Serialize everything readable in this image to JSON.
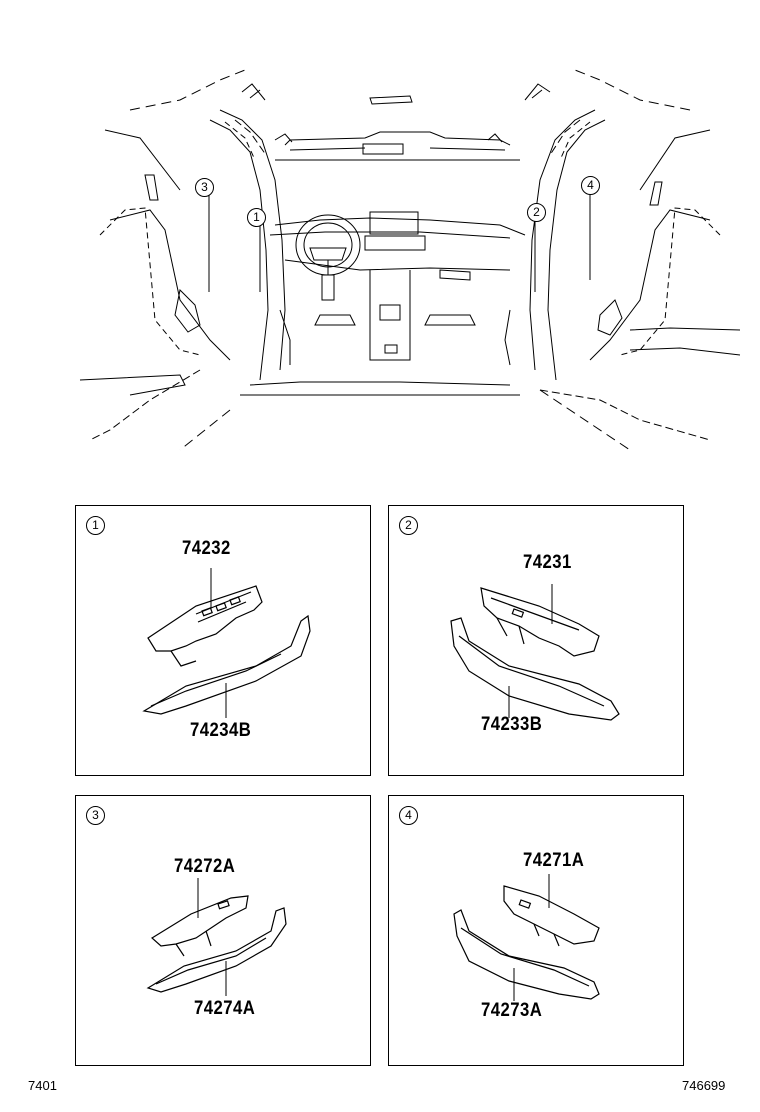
{
  "overview": {
    "callouts": [
      "1",
      "2",
      "3",
      "4"
    ]
  },
  "panels": [
    {
      "index": "1",
      "upper_part": "74232",
      "lower_part": "74234B"
    },
    {
      "index": "2",
      "upper_part": "74231",
      "lower_part": "74233B"
    },
    {
      "index": "3",
      "upper_part": "74272A",
      "lower_part": "74274A"
    },
    {
      "index": "4",
      "upper_part": "74271A",
      "lower_part": "74273A"
    }
  ],
  "footer": {
    "left_code": "7401",
    "right_code": "746699"
  }
}
